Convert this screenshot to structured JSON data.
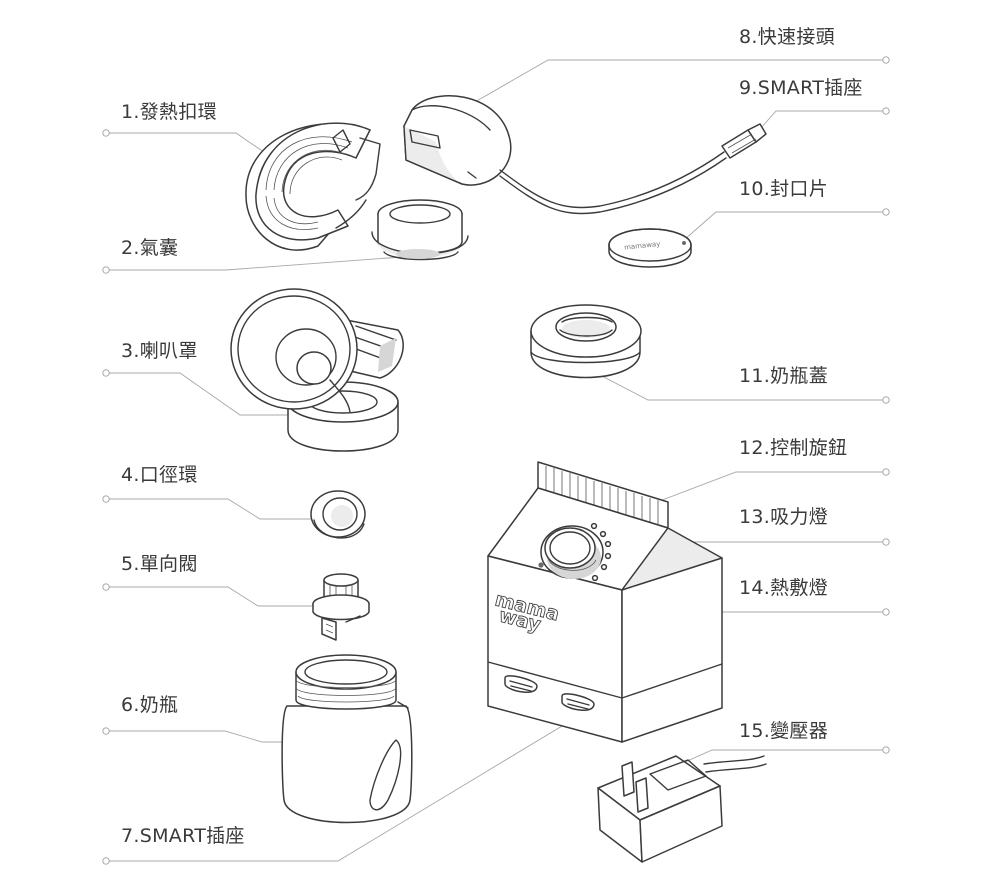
{
  "parts": [
    {
      "id": 1,
      "label": "1.發熱扣環"
    },
    {
      "id": 2,
      "label": "2.氣囊"
    },
    {
      "id": 3,
      "label": "3.喇叭罩"
    },
    {
      "id": 4,
      "label": "4.口徑環"
    },
    {
      "id": 5,
      "label": "5.單向閥"
    },
    {
      "id": 6,
      "label": "6.奶瓶"
    },
    {
      "id": 7,
      "label": "7.SMART插座"
    },
    {
      "id": 8,
      "label": "8.快速接頭"
    },
    {
      "id": 9,
      "label": "9.SMART插座"
    },
    {
      "id": 10,
      "label": "10.封口片"
    },
    {
      "id": 11,
      "label": "11.奶瓶蓋"
    },
    {
      "id": 12,
      "label": "12.控制旋鈕"
    },
    {
      "id": 13,
      "label": "13.吸力燈"
    },
    {
      "id": 14,
      "label": "14.熱敷燈"
    },
    {
      "id": 15,
      "label": "15.變壓器"
    }
  ],
  "brand": {
    "line1": "mama",
    "line2": "way"
  },
  "icons": [
    "heating-ring-icon",
    "air-bag-icon",
    "breast-shield-icon",
    "neck-ring-icon",
    "one-way-valve-icon",
    "milk-bottle-icon",
    "motor-unit-icon",
    "quick-connector-icon",
    "smart-plug-icon",
    "seal-disc-icon",
    "bottle-cap-icon",
    "control-knob-icon",
    "power-adapter-icon"
  ]
}
